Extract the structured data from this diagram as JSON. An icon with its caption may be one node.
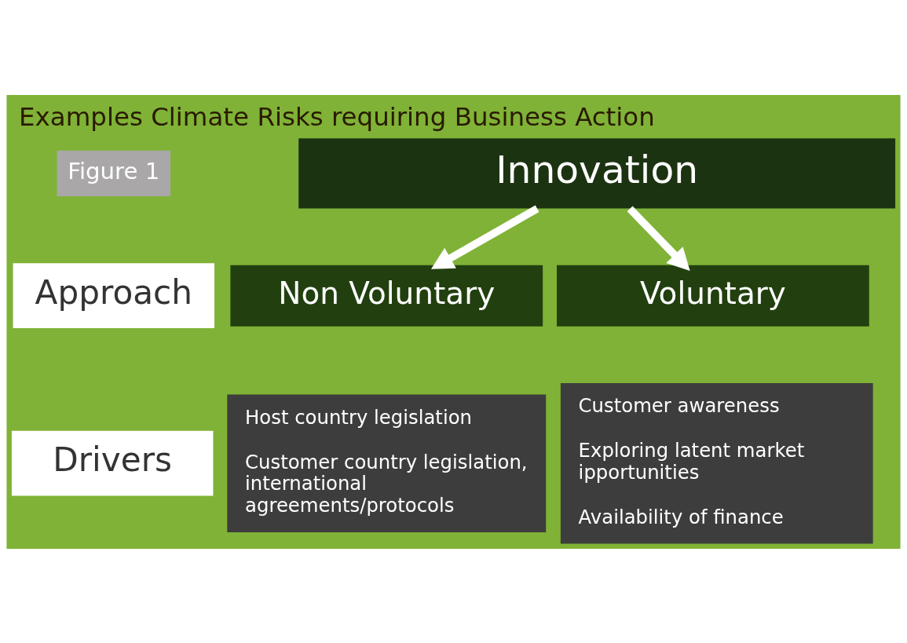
{
  "diagram": {
    "title": "Examples Climate Risks requiring Business Action",
    "nodes": [
      {
        "text": [
          "Innovation"
        ]
      },
      {
        "text": [
          "Approach"
        ]
      },
      {
        "text": [
          "Non Voluntary"
        ]
      },
      {
        "text": [
          "Voluntary"
        ]
      },
      {
        "text": [
          "Drivers"
        ]
      },
      {
        "text": [
          "Host country legislation",
          "Customer country legislation, international agreements/protocols"
        ]
      },
      {
        "text": [
          "Customer awareness",
          "Exploring latent market ipportunities",
          "Availability of finance"
        ]
      }
    ],
    "edges": [
      {
        "from": 0,
        "to": 2,
        "arrow": "to"
      },
      {
        "from": 0,
        "to": 3,
        "arrow": "to"
      }
    ],
    "labels": [
      "Figure 1"
    ]
  }
}
